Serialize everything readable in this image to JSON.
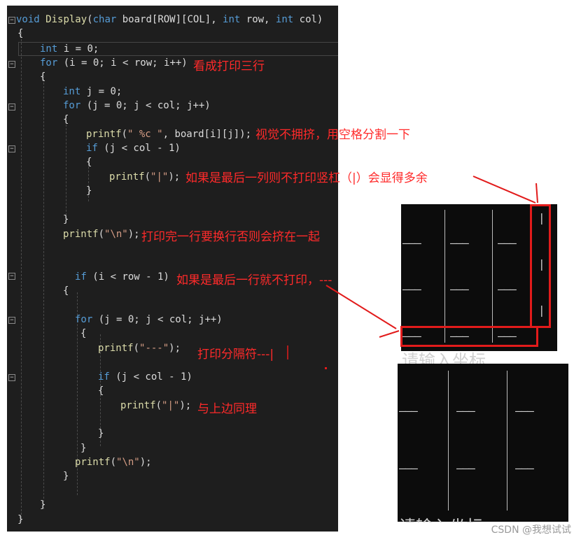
{
  "code": {
    "sig_void": "void",
    "sig_name": "Display",
    "sig_open": "(",
    "sig_char": "char",
    "sig_board": " board[ROW][COL], ",
    "sig_int1": "int",
    "sig_row": " row, ",
    "sig_int2": "int",
    "sig_col": " col)",
    "brace_open": "{",
    "brace_close": "}",
    "int_kw": "int",
    "decl_i": " i = 0;",
    "for_kw": "for",
    "loop_i": " (i = 0; i < row; i++)",
    "decl_j": " j = 0;",
    "loop_j": " (j = 0; j < col; j++)",
    "printf": "printf",
    "printf_cell_open": "(",
    "printf_cell_fmt": "\" %c \"",
    "printf_cell_args": ", board[i][j]);",
    "if_kw": "if",
    "cond_col": " (j < col - 1)",
    "printf_bar_fmt": "\"|\"",
    "close_paren_semi": ");",
    "printf_nl_fmt": "\"\\n\"",
    "cond_row": " (i < row - 1)",
    "printf_dash_fmt": "\"---\""
  },
  "annotations": {
    "rows": "看成打印三行",
    "spacing": "视觉不拥挤，用空格分割一下",
    "last_col": "如果是最后一列则不打印竖杠（|）会显得多余",
    "newline": "打印完一行要换行否则会挤在一起",
    "last_row": "如果是最后一行就不打印，---",
    "separator": "打印分隔符---|",
    "same": "与上边同理"
  },
  "terminal": {
    "dash_cell": "———",
    "bar": "|",
    "cut_text_1": "请输入坐标",
    "cut_text_2": "请输入坐标"
  },
  "watermark": "CSDN @我想试试",
  "colors": {
    "editor_bg": "#1e1e1e",
    "keyword": "#569cd6",
    "string": "#d69d85",
    "function": "#dcdcaa",
    "annotation": "#ff2a2a",
    "terminal_bg": "#0c0c0c"
  }
}
